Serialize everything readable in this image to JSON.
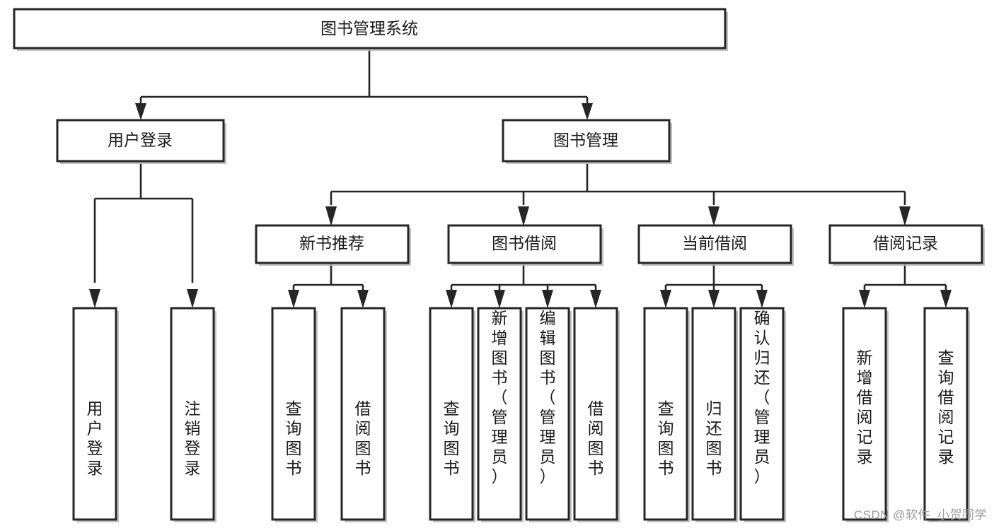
{
  "diagram": {
    "type": "tree",
    "title": "图书管理系统",
    "watermark": "CSDN @软件_小贺同学",
    "colors": {
      "background": "#ffffff",
      "stroke": "#262626",
      "fill": "#ffffff",
      "text": "#1a1a1a",
      "shadow": "#b6b6b6",
      "watermark": "#9a9a9a"
    },
    "nodes": {
      "root": {
        "label": "图书管理系统",
        "orientation": "horizontal"
      },
      "level1": [
        {
          "id": "user-login",
          "label": "用户登录",
          "orientation": "horizontal"
        },
        {
          "id": "book-management",
          "label": "图书管理",
          "orientation": "horizontal"
        }
      ],
      "level2": [
        {
          "id": "new-book-recommend",
          "label": "新书推荐",
          "orientation": "horizontal"
        },
        {
          "id": "book-borrow",
          "label": "图书借阅",
          "orientation": "horizontal"
        },
        {
          "id": "current-borrow",
          "label": "当前借阅",
          "orientation": "horizontal"
        },
        {
          "id": "borrow-record",
          "label": "借阅记录",
          "orientation": "horizontal"
        }
      ],
      "leaves": [
        {
          "id": "leaf-user-login",
          "label": "用户登录",
          "parent": "user-login",
          "orientation": "vertical"
        },
        {
          "id": "leaf-logout",
          "label": "注销登录",
          "parent": "user-login",
          "orientation": "vertical"
        },
        {
          "id": "leaf-query-book-1",
          "label": "查询图书",
          "parent": "new-book-recommend",
          "orientation": "vertical"
        },
        {
          "id": "leaf-borrow-book-1",
          "label": "借阅图书",
          "parent": "new-book-recommend",
          "orientation": "vertical"
        },
        {
          "id": "leaf-query-book-2",
          "label": "查询图书",
          "parent": "book-borrow",
          "orientation": "vertical"
        },
        {
          "id": "leaf-add-book",
          "label": "新增图书（管理员）",
          "parent": "book-borrow",
          "orientation": "vertical"
        },
        {
          "id": "leaf-edit-book",
          "label": "编辑图书（管理员）",
          "parent": "book-borrow",
          "orientation": "vertical"
        },
        {
          "id": "leaf-borrow-book-2",
          "label": "借阅图书",
          "parent": "book-borrow",
          "orientation": "vertical"
        },
        {
          "id": "leaf-query-book-3",
          "label": "查询图书",
          "parent": "current-borrow",
          "orientation": "vertical"
        },
        {
          "id": "leaf-return-book",
          "label": "归还图书",
          "parent": "current-borrow",
          "orientation": "vertical"
        },
        {
          "id": "leaf-confirm-return",
          "label": "确认归还（管理员）",
          "parent": "current-borrow",
          "orientation": "vertical"
        },
        {
          "id": "leaf-add-record",
          "label": "新增借阅记录",
          "parent": "borrow-record",
          "orientation": "vertical"
        },
        {
          "id": "leaf-query-record",
          "label": "查询借阅记录",
          "parent": "borrow-record",
          "orientation": "vertical"
        }
      ]
    }
  }
}
